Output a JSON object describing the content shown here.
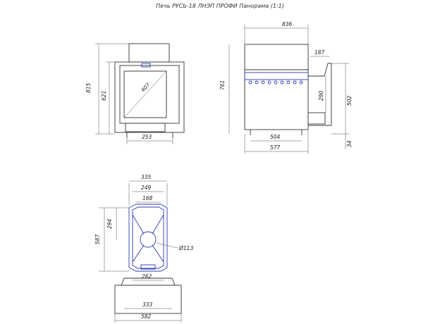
{
  "title": "Печь РУСЬ-18 ЛНЭП ПРОФИ Панорама (1:1)",
  "front_view": {
    "height_total": "815",
    "height_door": "621",
    "glass_diag": "407",
    "base_width": "253"
  },
  "side_view": {
    "width_total": "836",
    "top_offset": "187",
    "height_total": "761",
    "height_mid": "290",
    "height_right": "502",
    "base_depth": "504",
    "depth_total": "577",
    "leg": "34"
  },
  "plan_view": {
    "width_outer": "335",
    "width_inner": "249",
    "width_small": "168",
    "depth_total": "587",
    "depth_part": "294",
    "pipe_dia": "Ø113",
    "width_bottom": "262",
    "base_width": "333",
    "base_total": "582"
  },
  "colors": {
    "line": "#333333",
    "accent": "#2a3bb0"
  }
}
